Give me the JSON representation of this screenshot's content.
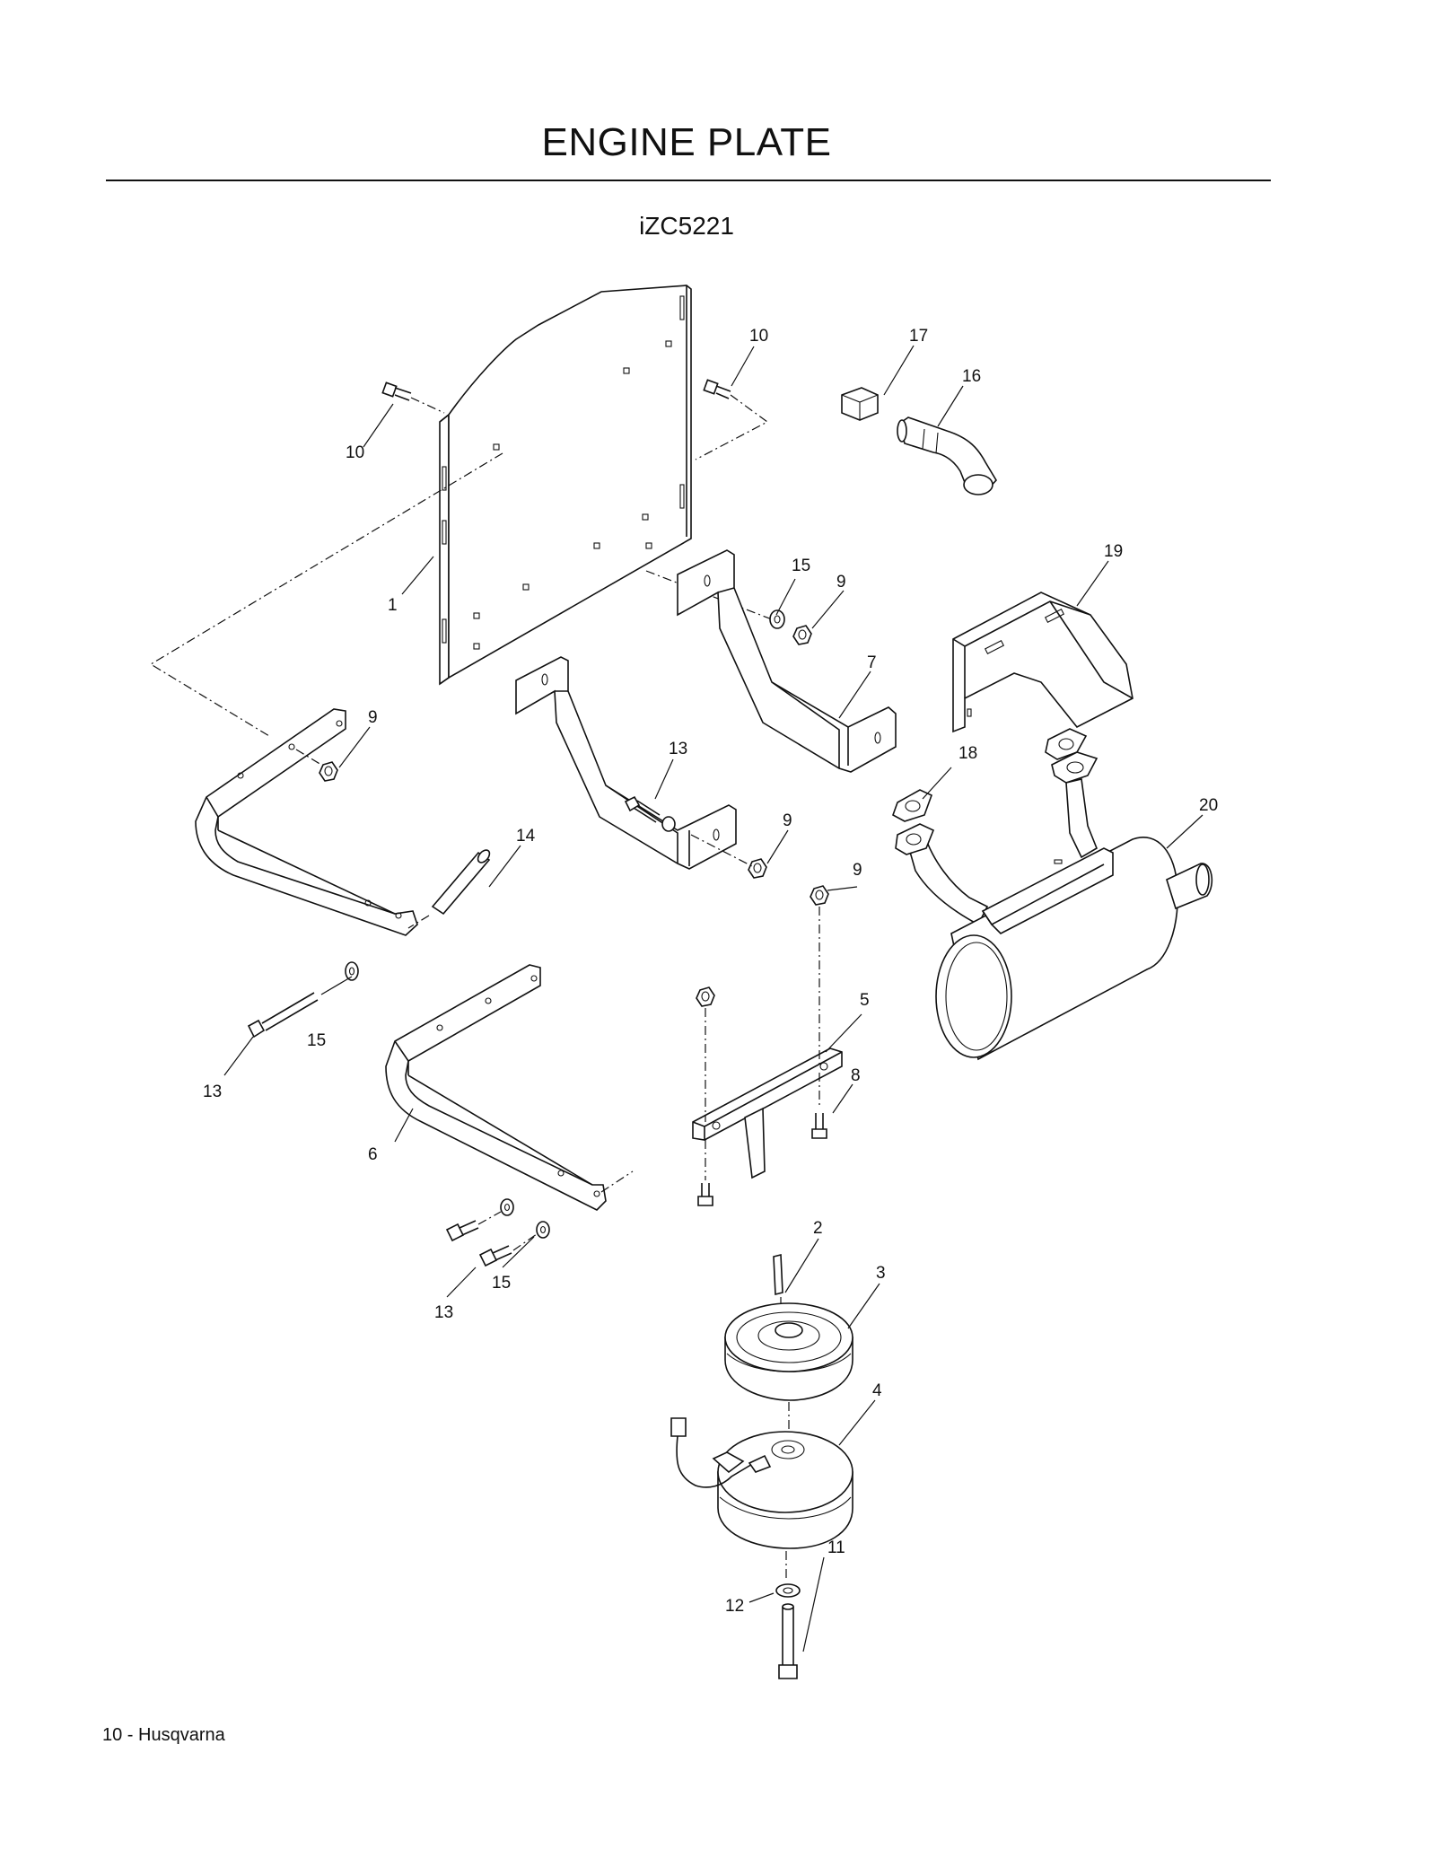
{
  "header": {
    "title": "ENGINE PLATE",
    "model": "iZC5221"
  },
  "footer": {
    "page_label": "10 - Husqvarna"
  },
  "callouts": {
    "c1": "1",
    "c2": "2",
    "c3": "3",
    "c4": "4",
    "c5": "5",
    "c6": "6",
    "c7": "7",
    "c8": "8",
    "c9": "9",
    "c10": "10",
    "c11": "11",
    "c12": "12",
    "c13": "13",
    "c14": "14",
    "c15": "15",
    "c16": "16",
    "c17": "17",
    "c18": "18",
    "c19": "19",
    "c20": "20"
  }
}
